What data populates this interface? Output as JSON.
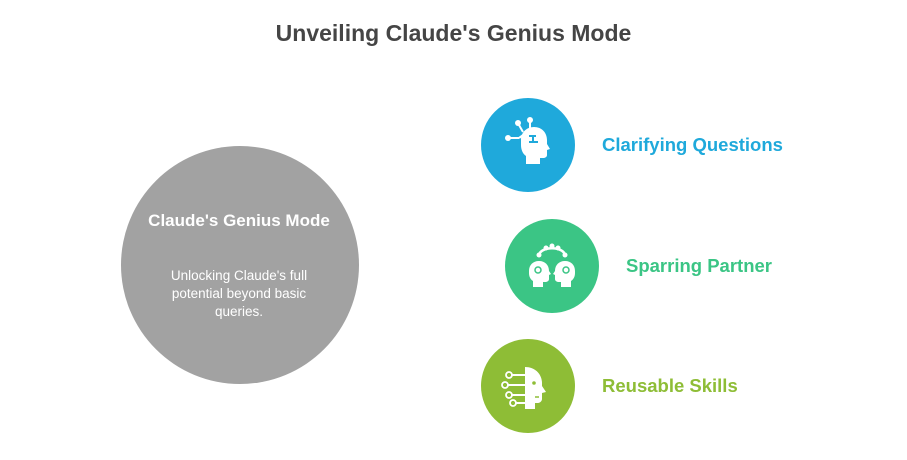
{
  "title": "Unveiling Claude's Genius Mode",
  "center": {
    "title": "Claude's Genius Mode",
    "description": "Unlocking Claude's full potential beyond basic queries."
  },
  "items": [
    {
      "label": "Clarifying Questions",
      "color": "#1fa9db",
      "icon": "head-with-circuit-icon"
    },
    {
      "label": "Sparring Partner",
      "color": "#3bc585",
      "icon": "two-heads-discussion-icon"
    },
    {
      "label": "Reusable Skills",
      "color": "#8ebd36",
      "icon": "head-with-circuit-lines-icon"
    }
  ]
}
